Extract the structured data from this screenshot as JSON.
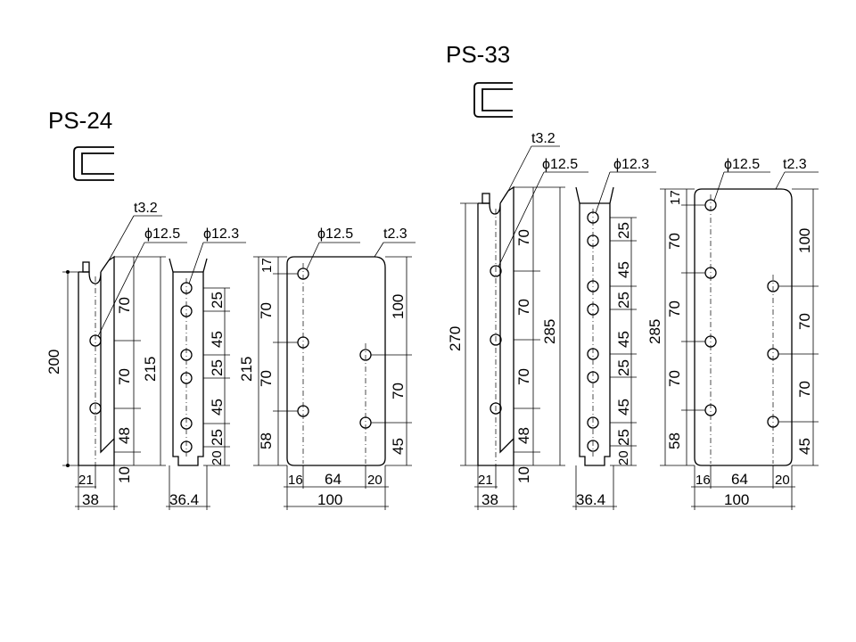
{
  "ps24": {
    "title": "PS-24",
    "side": {
      "t": "t3.2",
      "hole": "ϕ12.5",
      "h_total": "200",
      "h_overall": "215",
      "seg1": "70",
      "seg2": "70",
      "seg3": "48",
      "seg4": "10",
      "w1": "21",
      "w2": "38"
    },
    "front": {
      "hole": "ϕ12.3",
      "s1": "25",
      "s2": "45",
      "s3": "25",
      "s4": "45",
      "s5": "25",
      "s6": "20",
      "w": "36.4"
    },
    "plate": {
      "hole": "ϕ12.5",
      "t": "t2.3",
      "h": "215",
      "l1": "17",
      "l2": "70",
      "l3": "70",
      "l4": "58",
      "r1": "100",
      "r2": "70",
      "r3": "45",
      "b1": "16",
      "b2": "64",
      "b3": "20",
      "w": "100"
    }
  },
  "ps33": {
    "title": "PS-33",
    "side": {
      "t": "t3.2",
      "hole": "ϕ12.5",
      "h_total": "270",
      "h_overall": "285",
      "seg0": "70",
      "seg1": "70",
      "seg2": "70",
      "seg3": "48",
      "seg4": "10",
      "w1": "21",
      "w2": "38"
    },
    "front": {
      "hole": "ϕ12.3",
      "s1": "25",
      "s2": "45",
      "s3": "25",
      "s4": "45",
      "s5": "25",
      "s6": "45",
      "s7": "25",
      "s8": "20",
      "w": "36.4"
    },
    "plate": {
      "hole": "ϕ12.5",
      "t": "t2.3",
      "h": "285",
      "l0": "17",
      "l1": "70",
      "l2": "70",
      "l3": "70",
      "l4": "58",
      "r1": "100",
      "r2": "70",
      "r3": "70",
      "r4": "45",
      "b1": "16",
      "b2": "64",
      "b3": "20",
      "w": "100"
    }
  }
}
